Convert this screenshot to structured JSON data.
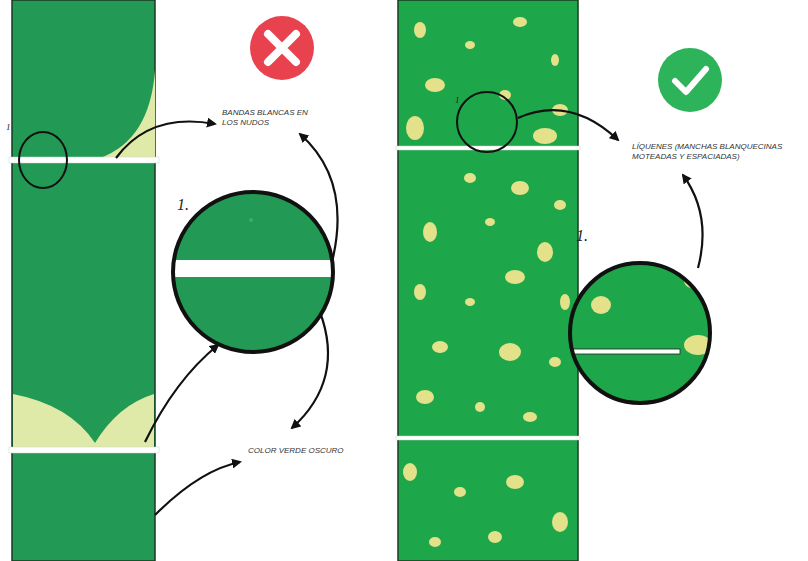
{
  "diagram": {
    "nodes": [
      {
        "text": [
          "1."
        ]
      },
      {
        "text": [
          "1."
        ]
      }
    ],
    "labels": [
      "1",
      "BANDAS BLANCAS EN LOS NUDOS",
      "COLOR VERDE OSCURO",
      "1",
      "LÍQUENES (MANCHAS BLANQUECINAS MOTEADAS Y ESPACIADAS)"
    ]
  }
}
